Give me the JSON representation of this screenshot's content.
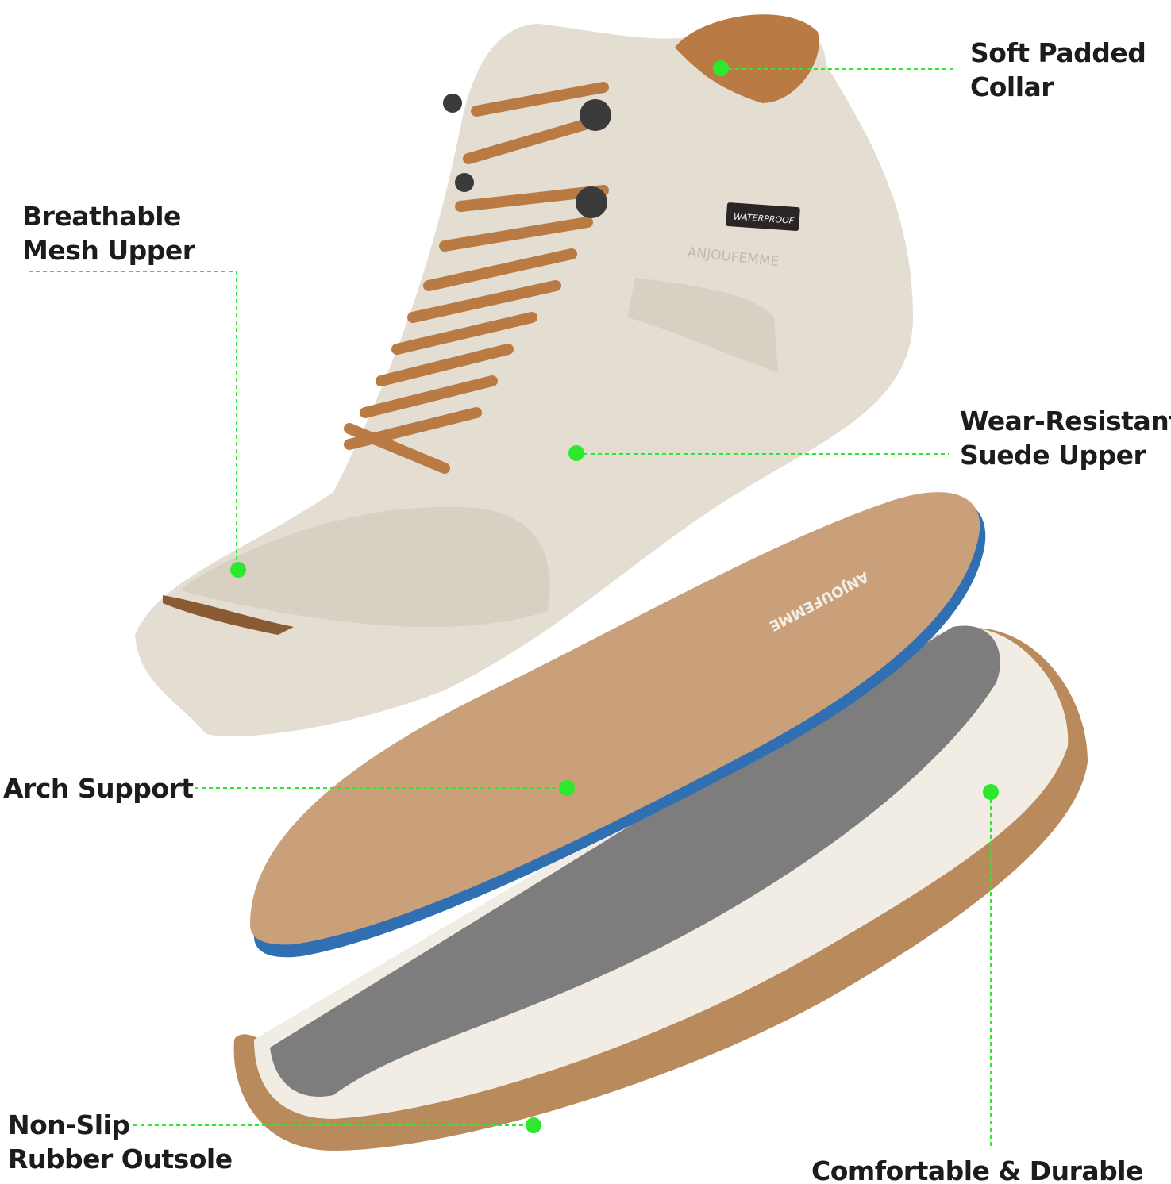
{
  "product": {
    "brand_embossed": "ANJOUFEMME",
    "tag_text": "WATERPROOF",
    "insole_brand": "ANJOUFEMME"
  },
  "colors": {
    "callout": "#2ee82e",
    "upper": "#e4ddd2",
    "laces": "#b97a44",
    "insole": "#c9a07a",
    "insole_edge": "#2f6fb2",
    "midsole": "#f1ede4",
    "outsole": "#b98a5c",
    "footbed": "#7d7d7d"
  },
  "callouts": [
    {
      "id": "collar",
      "line1": "Soft Padded",
      "line2": "Collar"
    },
    {
      "id": "mesh",
      "line1": "Breathable",
      "line2": "Mesh Upper"
    },
    {
      "id": "suede",
      "line1": "Wear-Resistant",
      "line2": "Suede Upper"
    },
    {
      "id": "arch",
      "line1": "Arch Support"
    },
    {
      "id": "comfort",
      "line1": "Comfortable & Durable"
    },
    {
      "id": "outsole",
      "line1": "Non-Slip",
      "line2": "Rubber Outsole"
    }
  ]
}
